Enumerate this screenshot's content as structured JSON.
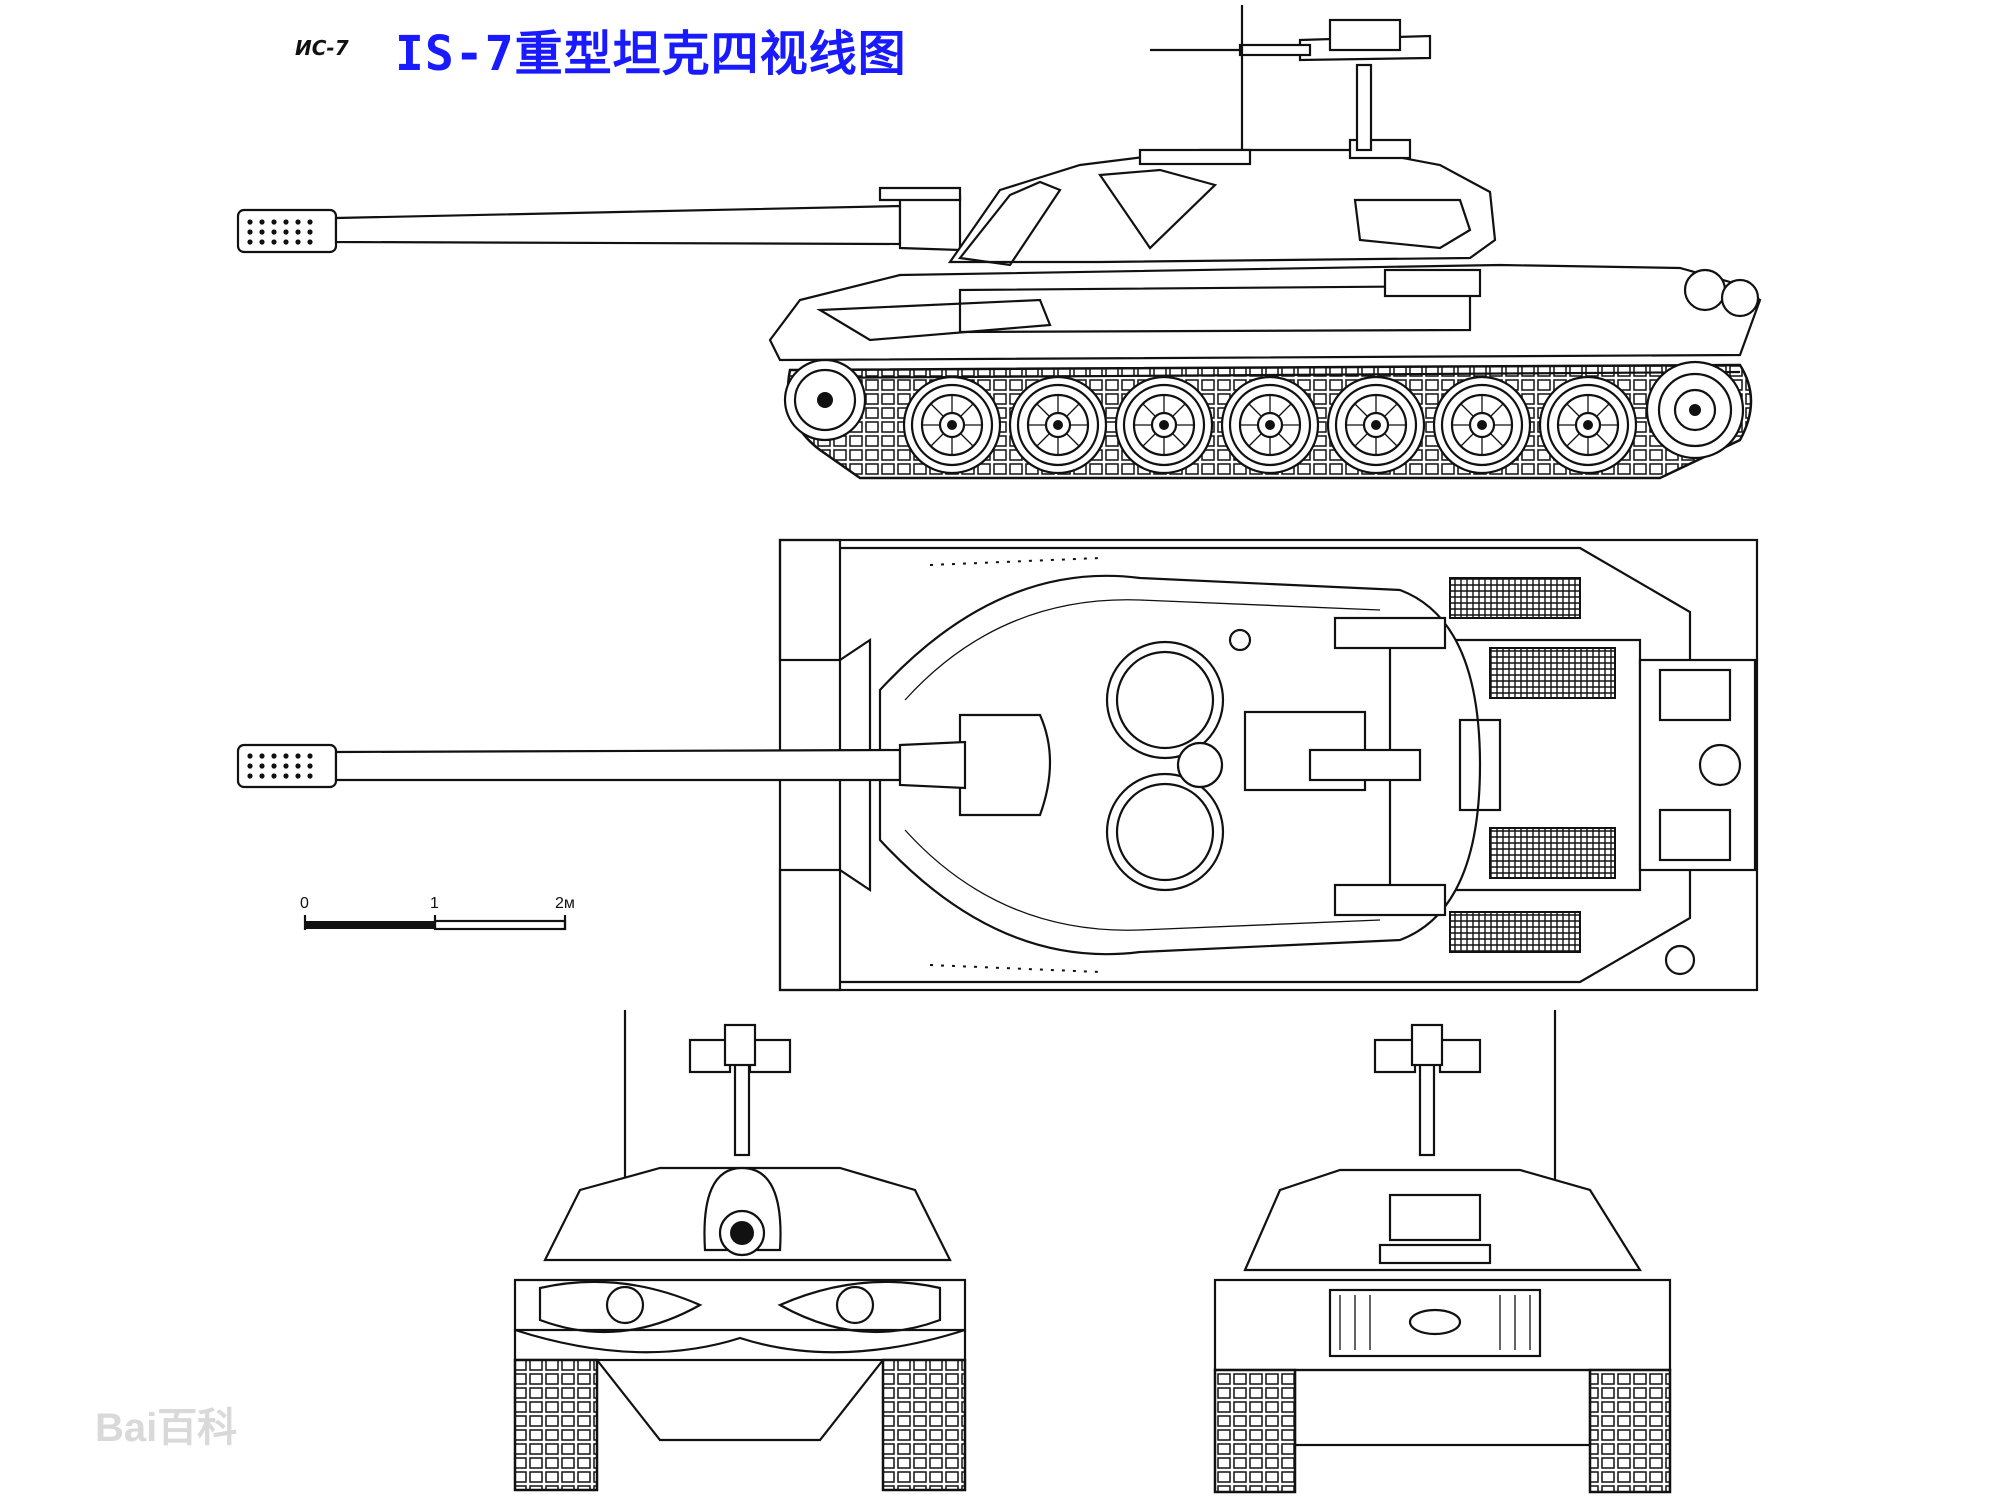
{
  "header": {
    "subtitle": "ИС-7",
    "title": "IS-7重型坦克四视线图"
  },
  "scale_bar": {
    "labels": [
      "0",
      "1",
      "2м"
    ]
  },
  "watermark": "Bai百科"
}
